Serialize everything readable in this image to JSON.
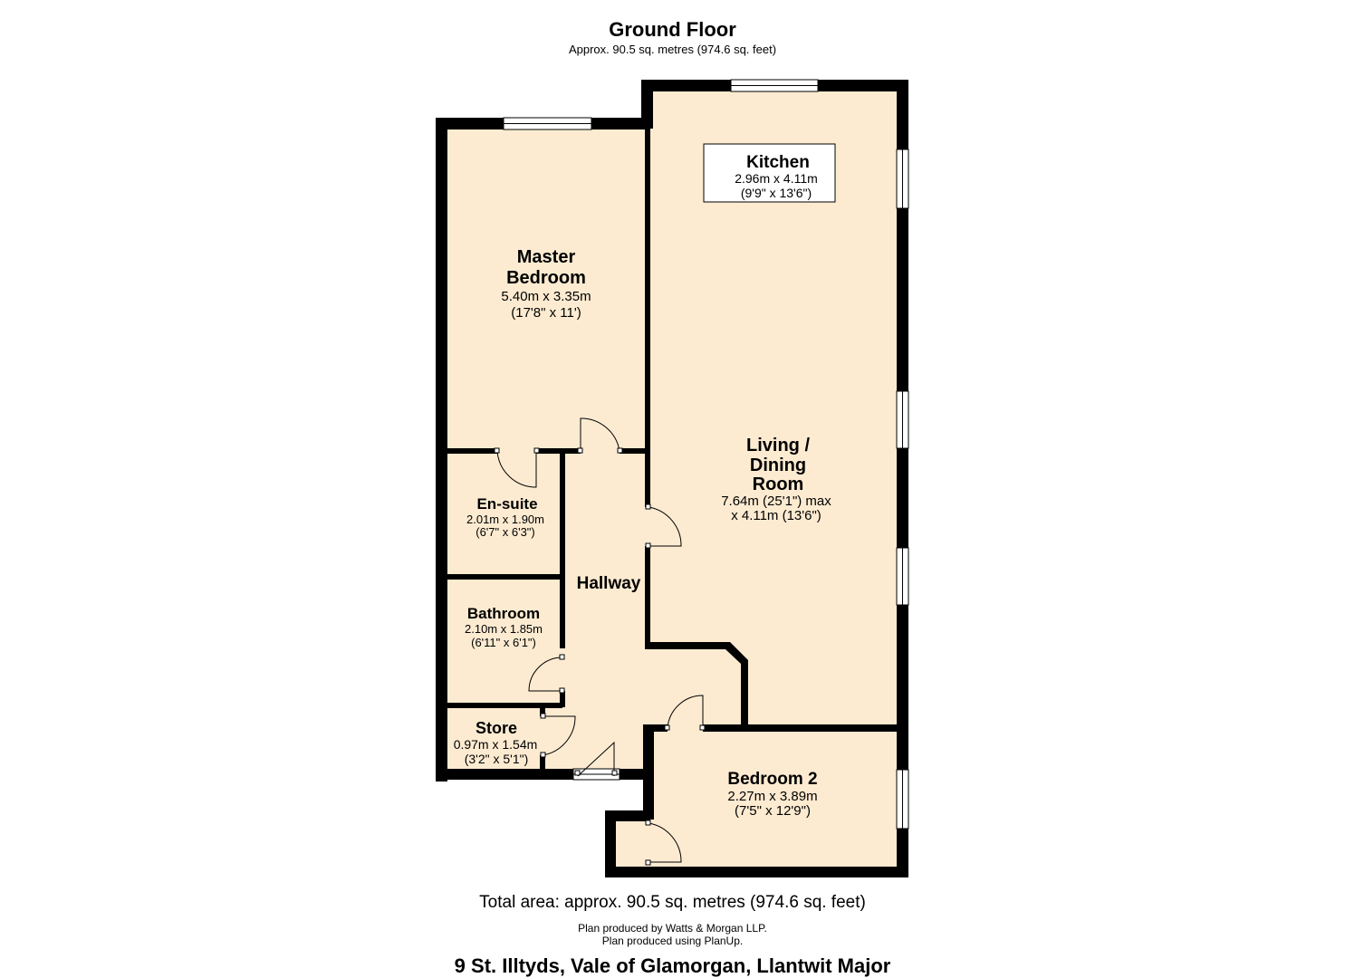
{
  "header": {
    "title": "Ground Floor",
    "subtitle": "Approx. 90.5 sq. metres (974.6 sq. feet)"
  },
  "colors": {
    "wall": "#000000",
    "room_fill": "#fdebd1",
    "window_fill": "#ffffff",
    "door_line": "#000000"
  },
  "rooms": {
    "kitchen": {
      "name": "Kitchen",
      "metric": "2.96m x 4.11m",
      "imperial": "(9'9\" x 13'6\")"
    },
    "master_bedroom": {
      "name_line1": "Master",
      "name_line2": "Bedroom",
      "metric": "5.40m x 3.35m",
      "imperial": "(17'8\" x 11')"
    },
    "living": {
      "name_line1": "Living /",
      "name_line2": "Dining",
      "name_line3": "Room",
      "dims_line1": "7.64m (25'1\") max",
      "dims_line2": "x 4.11m (13'6\")"
    },
    "ensuite": {
      "name": "En-suite",
      "metric": "2.01m x 1.90m",
      "imperial": "(6'7\" x 6'3\")"
    },
    "hallway": {
      "name": "Hallway"
    },
    "bathroom": {
      "name": "Bathroom",
      "metric": "2.10m x 1.85m",
      "imperial": "(6'11\" x 6'1\")"
    },
    "store": {
      "name": "Store",
      "metric": "0.97m x 1.54m",
      "imperial": "(3'2\" x 5'1\")"
    },
    "bedroom2": {
      "name": "Bedroom 2",
      "metric": "2.27m x 3.89m",
      "imperial": "(7'5\" x 12'9\")"
    }
  },
  "footer": {
    "total_area": "Total area: approx. 90.5 sq. metres (974.6 sq. feet)",
    "credit_line1": "Plan produced by Watts & Morgan LLP.",
    "credit_line2": "Plan produced using PlanUp.",
    "address": "9 St. Illtyds, Vale of Glamorgan, Llantwit Major"
  }
}
